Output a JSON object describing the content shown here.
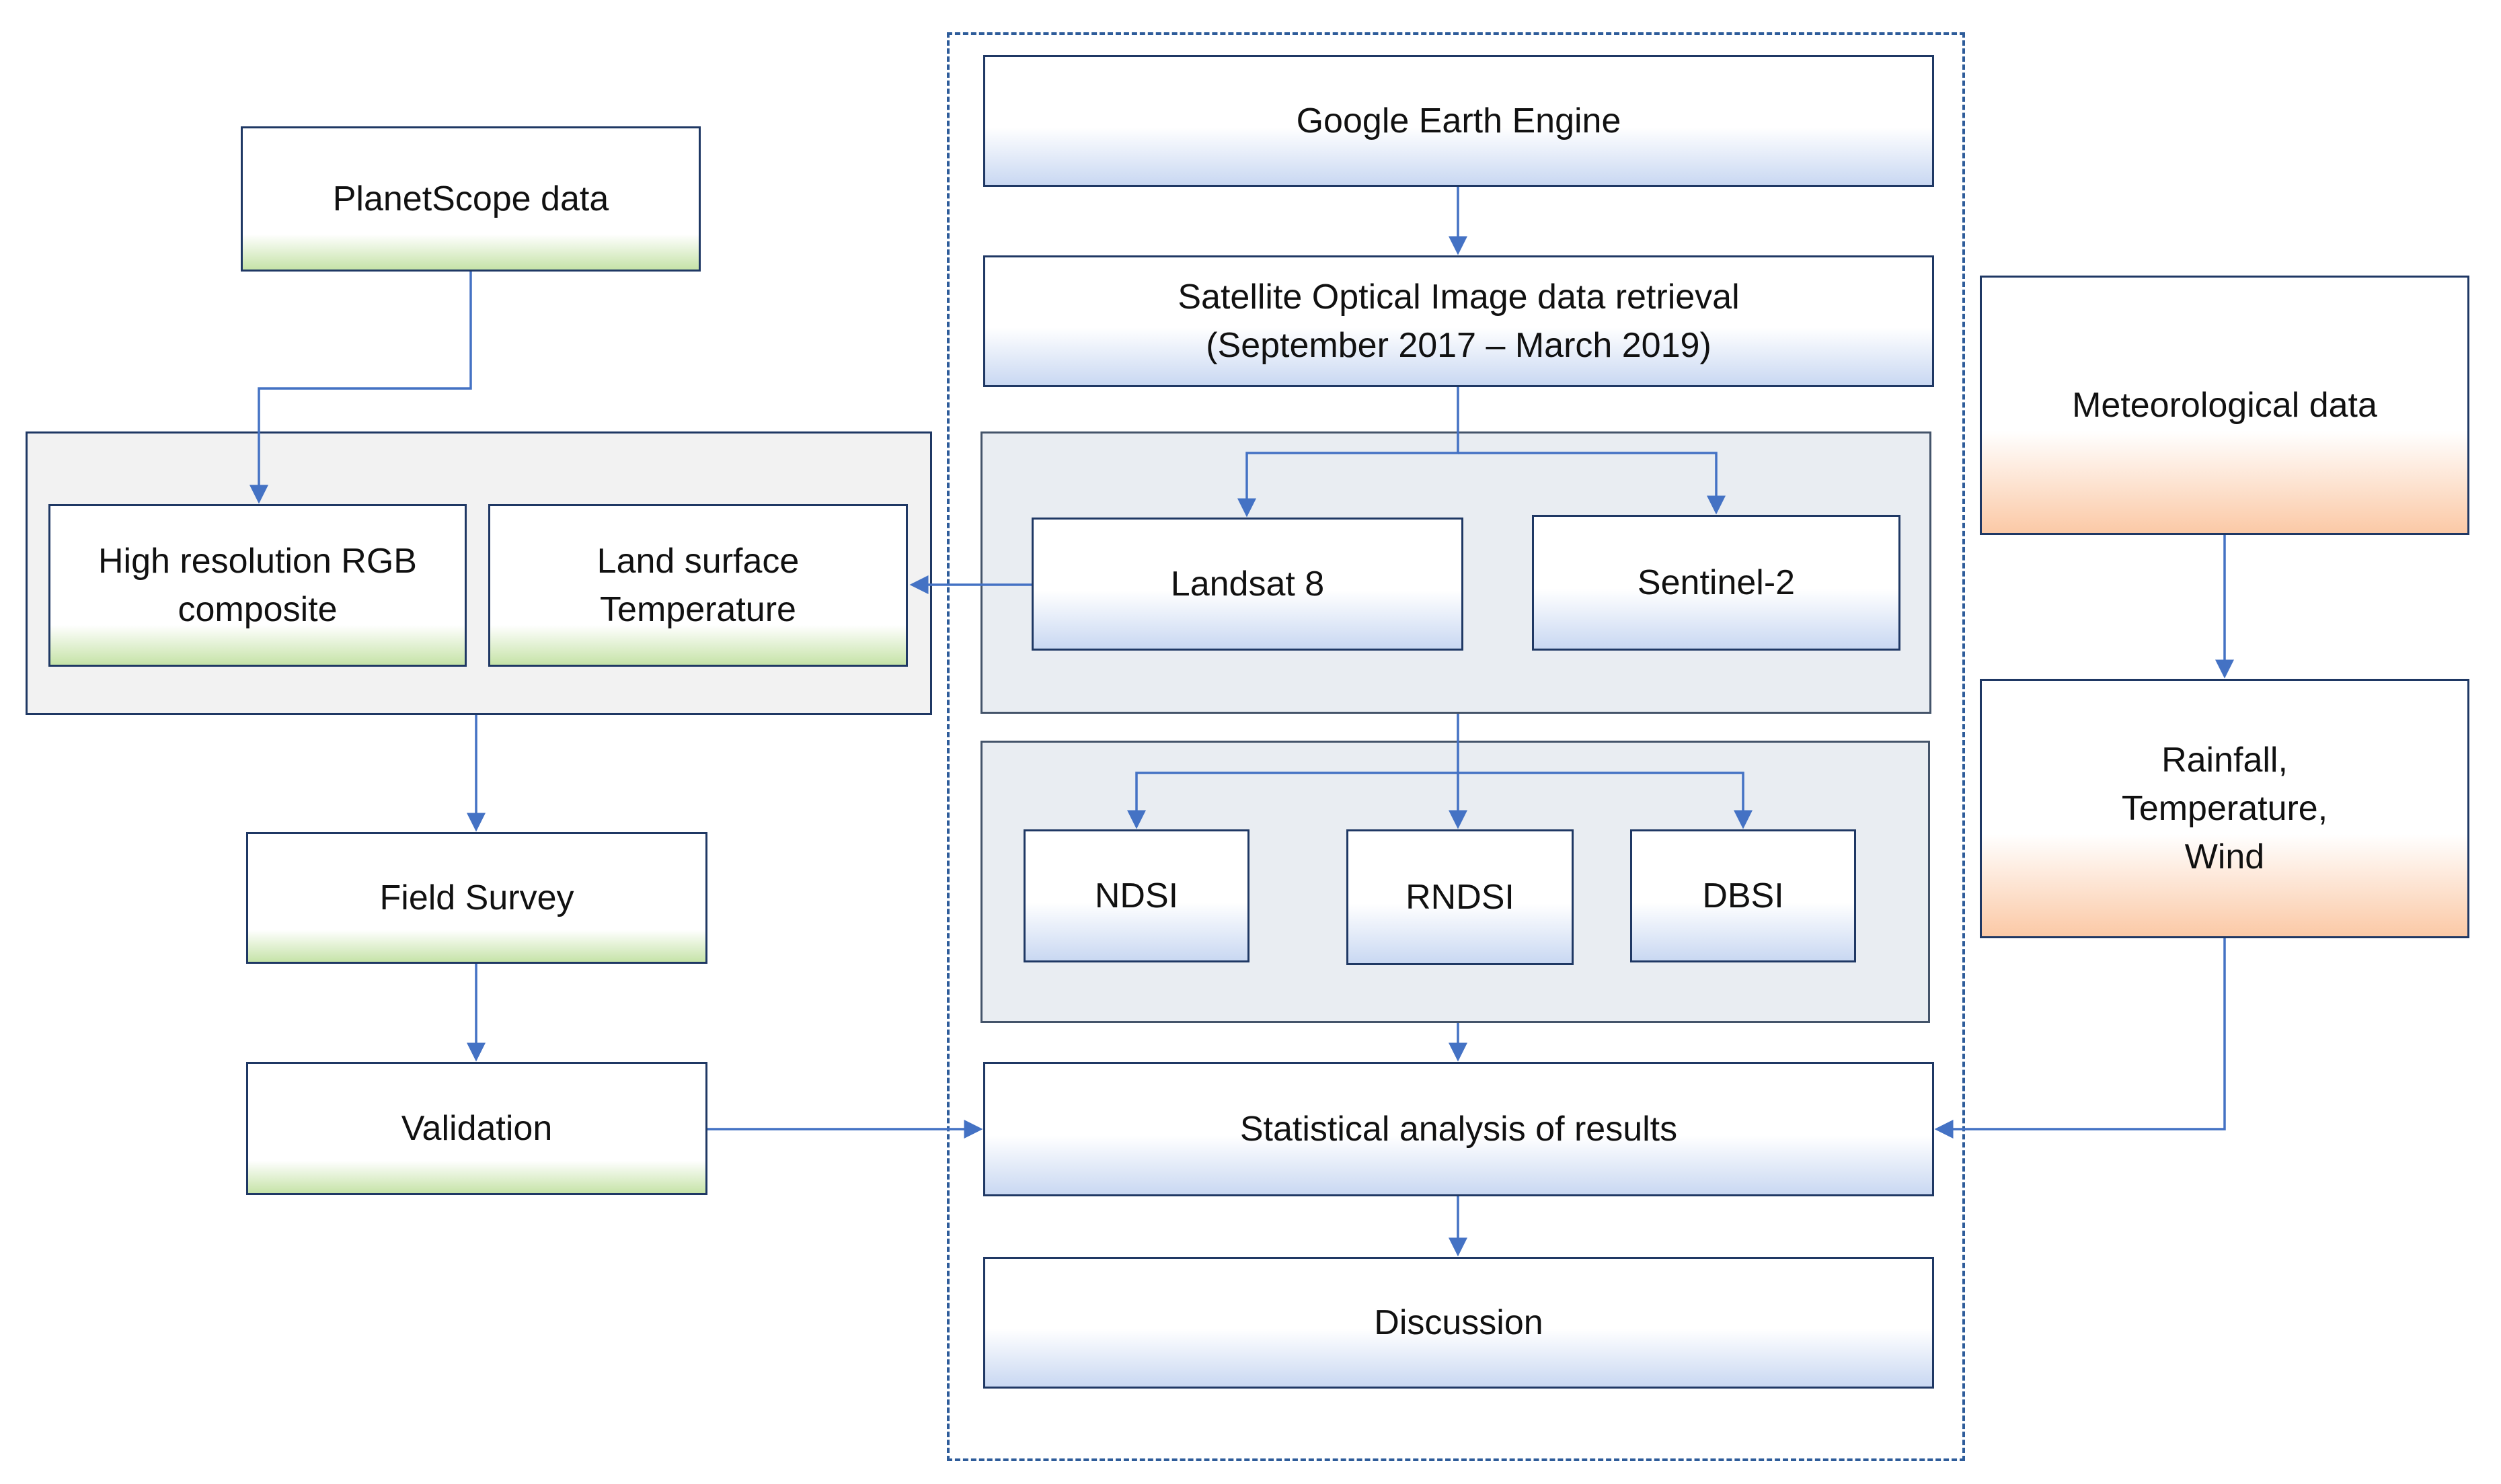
{
  "nodes": {
    "planetscope": "PlanetScope data",
    "high_res_rgb": "High resolution RGB\ncomposite",
    "lst": "Land surface\nTemperature",
    "field_survey": "Field Survey",
    "validation": "Validation",
    "gee": "Google Earth Engine",
    "retrieval": "Satellite Optical Image data retrieval\n(September 2017 – March 2019)",
    "landsat": "Landsat 8",
    "sentinel": "Sentinel-2",
    "ndsi": "NDSI",
    "rndsi": "RNDSI",
    "dbsi": "DBSI",
    "stats": "Statistical analysis of results",
    "discussion": "Discussion",
    "meteo": "Meteorological data",
    "rainfall": "Rainfall,\nTemperature,\nWind"
  },
  "colors": {
    "arrow": "#4472c4",
    "border": "#1f3864",
    "dashed_border": "#2e5c9a",
    "green_accent": "#c6e3a8",
    "blue_accent": "#c9d8f2",
    "orange_accent": "#fbc9a6"
  }
}
